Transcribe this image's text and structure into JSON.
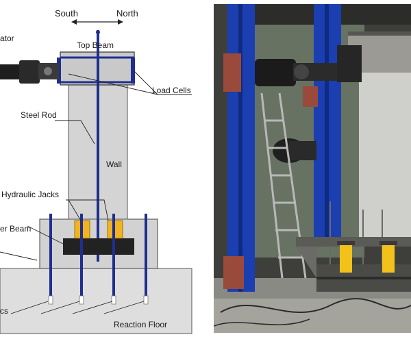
{
  "diagram": {
    "labels": {
      "south": "South",
      "north": "North",
      "actuator": "ator",
      "top_beam": "Top Beam",
      "load_cells": "Load Cells",
      "steel_rod": "Steel Rod",
      "wall": "Wall",
      "hydraulic_jacks": "Hydraulic Jacks",
      "beam_partial": "er Beam",
      "anchors_partial": "cs",
      "reaction_floor": "Reaction Floor"
    },
    "colors": {
      "concrete": "#d9d9d9",
      "steel_blue": "#1f2f8f",
      "jack_yellow": "#f2b321",
      "actuator_dark": "#1e1e1e",
      "outline": "#333333"
    }
  },
  "photo": {
    "alt": "Laboratory test setup photograph"
  }
}
